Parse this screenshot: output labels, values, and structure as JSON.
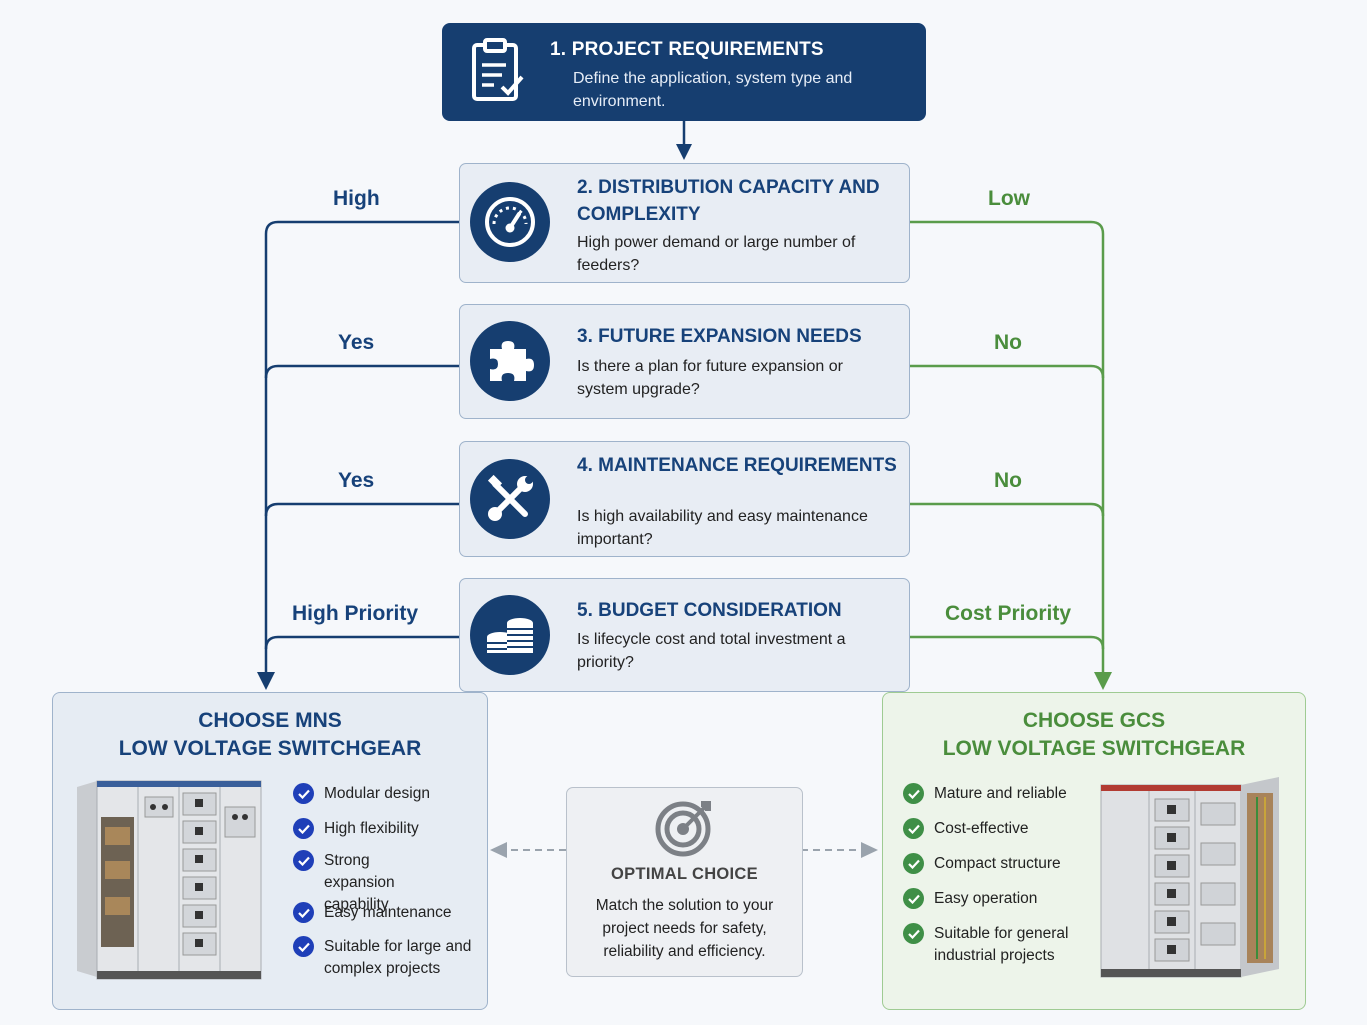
{
  "step1": {
    "title": "1. PROJECT REQUIREMENTS",
    "desc": "Define the application, system type and environment.",
    "icon": "clipboard-icon"
  },
  "steps": [
    {
      "title": "2. DISTRIBUTION CAPACITY AND COMPLEXITY",
      "desc": "High power demand or large number of feeders?",
      "icon": "gauge-icon",
      "left_label": "High",
      "right_label": "Low"
    },
    {
      "title": "3. FUTURE EXPANSION NEEDS",
      "desc": "Is there a plan for future expansion or system upgrade?",
      "icon": "puzzle-icon",
      "left_label": "Yes",
      "right_label": "No"
    },
    {
      "title": "4. MAINTENANCE REQUIREMENTS",
      "desc": "Is high availability and easy maintenance important?",
      "icon": "tools-icon",
      "left_label": "Yes",
      "right_label": "No"
    },
    {
      "title": "5. BUDGET CONSIDERATION",
      "desc": "Is lifecycle cost and total investment a priority?",
      "icon": "coins-icon",
      "left_label": "High Priority",
      "right_label": "Cost Priority"
    }
  ],
  "mns": {
    "title_1": "CHOOSE MNS",
    "title_2": "LOW VOLTAGE SWITCHGEAR",
    "features": [
      "Modular design",
      "High flexibility",
      "Strong expansion capability",
      "Easy maintenance",
      "Suitable for large and complex projects"
    ]
  },
  "gcs": {
    "title_1": "CHOOSE GCS",
    "title_2": "LOW VOLTAGE SWITCHGEAR",
    "features": [
      "Mature and reliable",
      "Cost-effective",
      "Compact structure",
      "Easy operation",
      "Suitable for general industrial projects"
    ]
  },
  "optimal": {
    "title": "OPTIMAL CHOICE",
    "desc": "Match the solution to your project needs for safety, reliability and efficiency.",
    "icon": "target-icon"
  },
  "colors": {
    "navy": "#163e70",
    "blue_text": "#17427a",
    "green": "#4a8d3c",
    "card_bg": "#e8edf4"
  }
}
